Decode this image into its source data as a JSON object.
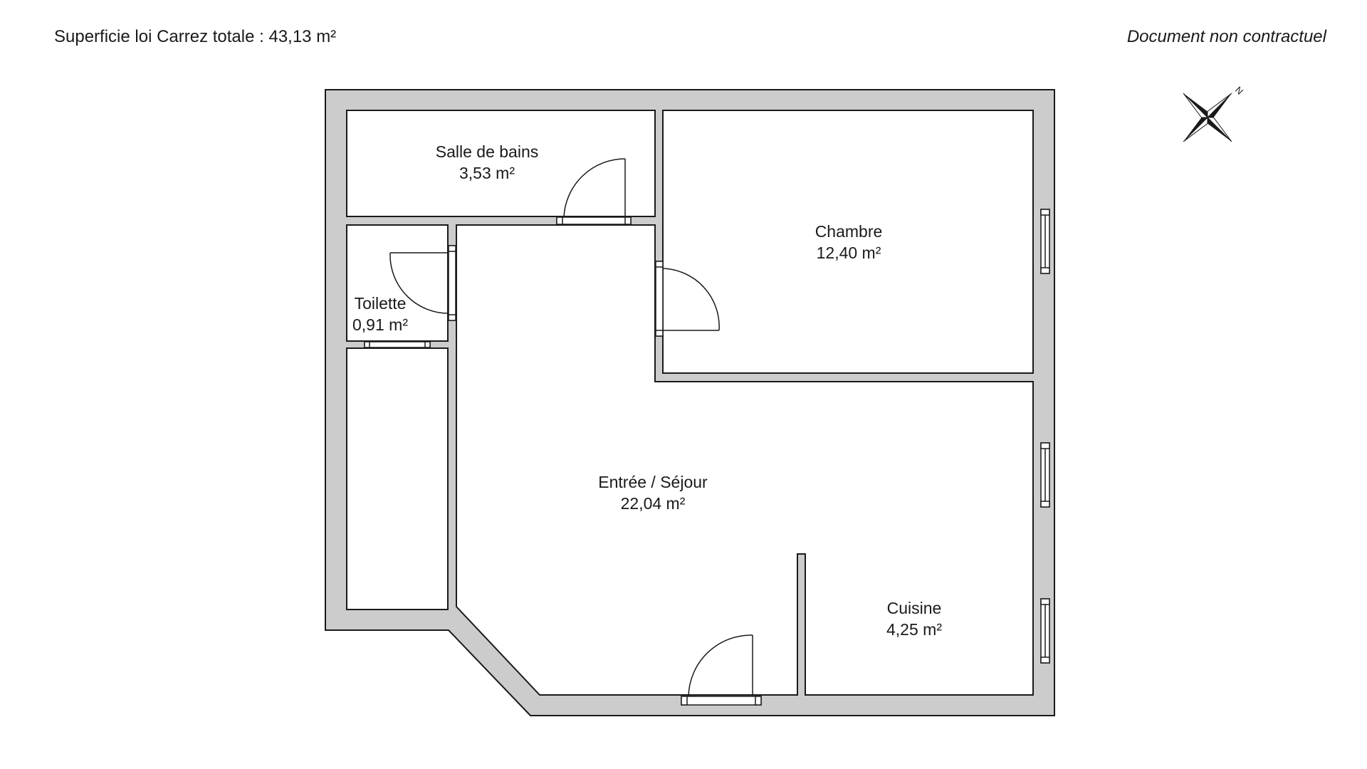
{
  "header": {
    "total_area": "Superficie loi Carrez totale : 43,13 m²",
    "disclaimer": "Document non contractuel"
  },
  "compass": {
    "north_label": "N"
  },
  "rooms": [
    {
      "name": "Salle de bains",
      "area": "3,53 m²"
    },
    {
      "name": "Chambre",
      "area": "12,40 m²"
    },
    {
      "name": "Toilette",
      "area": "0,91 m²"
    },
    {
      "name": "Entrée / Séjour",
      "area": "22,04 m²"
    },
    {
      "name": "Cuisine",
      "area": "4,25 m²"
    }
  ],
  "colors": {
    "wall": "#cccccc",
    "line": "#1a1a1a",
    "floor": "#ffffff"
  }
}
